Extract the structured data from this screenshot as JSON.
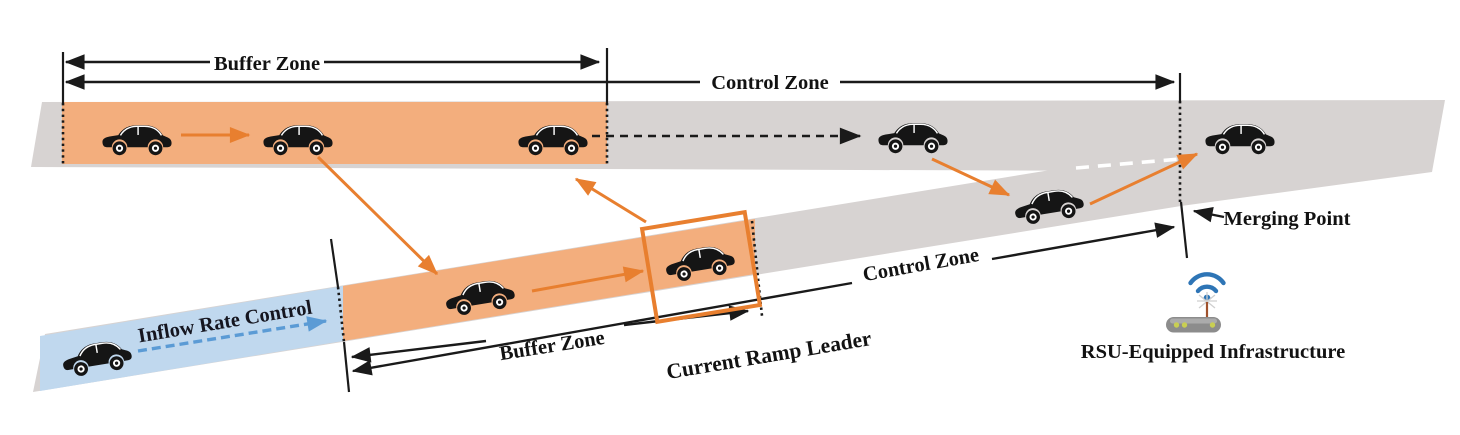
{
  "labels": {
    "main_buffer": "Buffer Zone",
    "main_control": "Control Zone",
    "ramp_buffer": "Buffer Zone",
    "ramp_control": "Control Zone",
    "inflow": "Inflow Rate Control",
    "current_ramp_leader": "Current Ramp Leader",
    "merging_point": "Merging Point",
    "rsu": "RSU-Equipped Infrastructure"
  },
  "colors": {
    "road": "#d7d3d2",
    "buffer_zone": "#f3ae7d",
    "inflow_zone": "#c0d8ee",
    "highlight_orange": "#e87f2f",
    "inflow_arrow_blue": "#5b9bd5",
    "line_black": "#1a1a1a",
    "lane_dash_white": "#ffffff",
    "wifi_blue": "#2e75b6",
    "antenna": "#a0522d",
    "router_body": "#8c8c8c",
    "router_highlight": "#b5b5b5",
    "router_dots": "#c9cf52",
    "car_black": "#151515"
  },
  "zones": {
    "mainline": [
      "Buffer Zone",
      "Control Zone"
    ],
    "ramp": [
      "Inflow Rate Control",
      "Buffer Zone",
      "Control Zone"
    ]
  },
  "cars": {
    "mainline": [
      {
        "zone": "buffer"
      },
      {
        "zone": "buffer"
      },
      {
        "zone": "buffer-edge"
      },
      {
        "zone": "control"
      },
      {
        "zone": "after-merge"
      }
    ],
    "ramp": [
      {
        "zone": "inflow"
      },
      {
        "zone": "buffer"
      },
      {
        "zone": "buffer-edge",
        "role": "current-ramp-leader"
      },
      {
        "zone": "control"
      }
    ]
  },
  "icons": {
    "rsu_parts": [
      "wifi-signal-icon",
      "antenna-icon",
      "roadside-unit-router-icon"
    ]
  }
}
